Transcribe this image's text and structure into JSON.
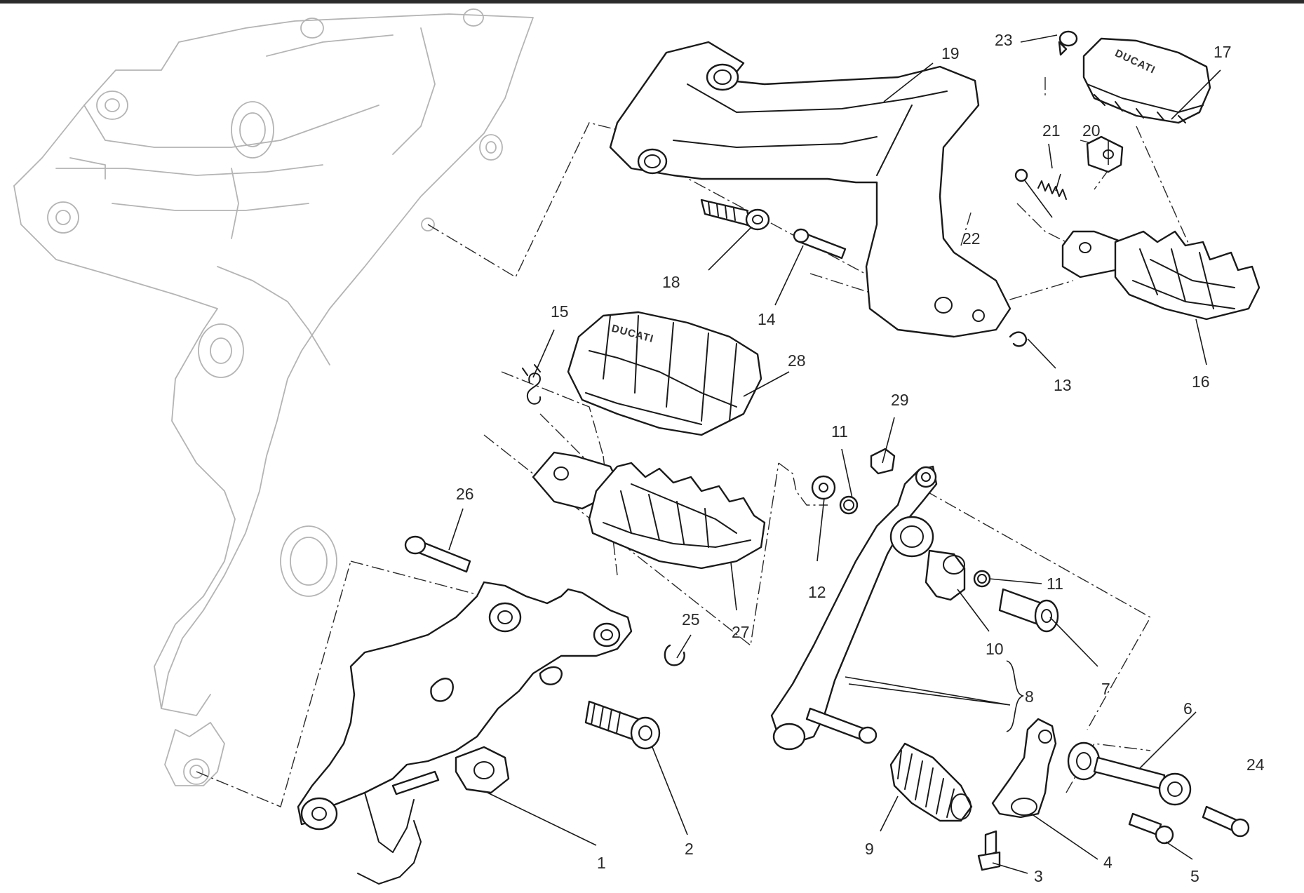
{
  "diagram": {
    "brand_marks": [
      "DUCATI",
      "DUCATI"
    ],
    "callouts": [
      "1",
      "2",
      "3",
      "4",
      "5",
      "6",
      "7",
      "8",
      "9",
      "10",
      "11",
      "11",
      "12",
      "13",
      "14",
      "15",
      "16",
      "17",
      "18",
      "19",
      "20",
      "21",
      "22",
      "23",
      "24",
      "25",
      "26",
      "27",
      "28",
      "29"
    ]
  }
}
